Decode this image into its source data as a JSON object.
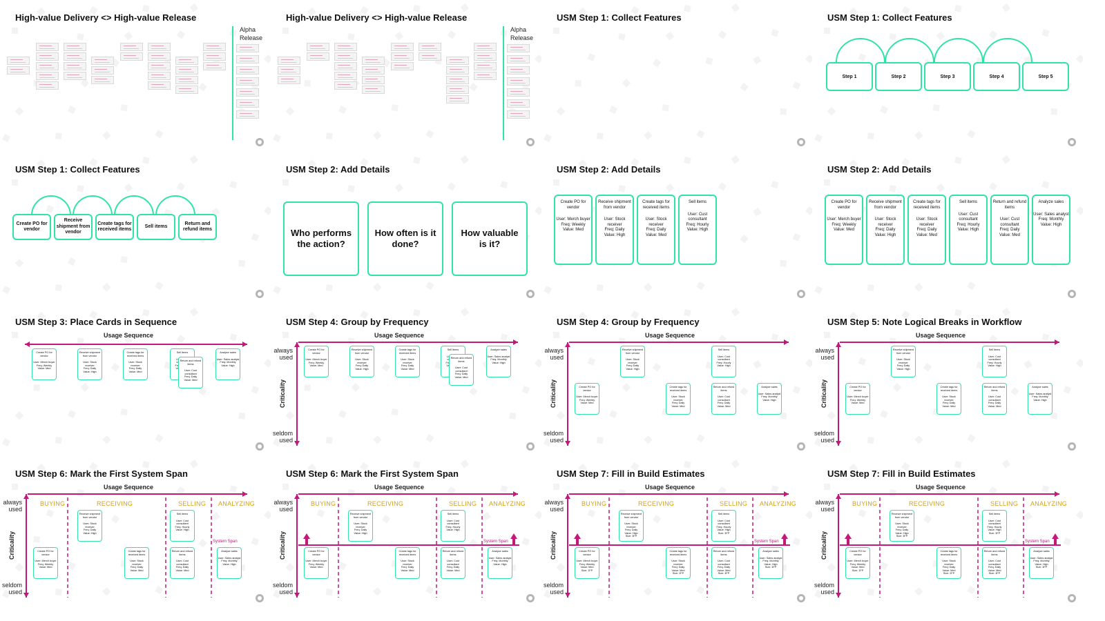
{
  "slides": [
    {
      "title": "High-value Delivery <> High-value Release",
      "alpha": "Alpha\nRelease"
    },
    {
      "title": "High-value Delivery <> High-value Release",
      "alpha": "Alpha\nRelease"
    },
    {
      "title": "USM Step 1: Collect Features"
    },
    {
      "title": "USM Step 1: Collect Features",
      "steps": [
        "Step 1",
        "Step 2",
        "Step 3",
        "Step 4",
        "Step 5"
      ]
    },
    {
      "title": "USM Step 1: Collect Features",
      "features": [
        "Create PO for vendor",
        "Receive shipment from vendor",
        "Create tags for received items",
        "Sell items",
        "Return and refund items"
      ]
    },
    {
      "title": "USM Step 2: Add Details",
      "questions": [
        "Who performs the action?",
        "How often is it done?",
        "How valuable is it?"
      ]
    },
    {
      "title": "USM Step 2: Add Details"
    },
    {
      "title": "USM Step 2: Add Details"
    },
    {
      "title": "USM Step 3: Place Cards in Sequence"
    },
    {
      "title": "USM Step 4: Group by Frequency"
    },
    {
      "title": "USM Step 4: Group by Frequency"
    },
    {
      "title": "USM Step 5: Note Logical Breaks in Workflow"
    },
    {
      "title": "USM Step 6: Mark the First System Span"
    },
    {
      "title": "USM Step 6: Mark the First System Span"
    },
    {
      "title": "USM Step 7: Fill in Build Estimates"
    },
    {
      "title": "USM Step 7: Fill in Build Estimates"
    }
  ],
  "detail_cards": [
    {
      "name": "Create PO for vendor",
      "user": "User: Merch buyer",
      "freq": "Freq: Weekly",
      "value": "Value: Med",
      "size": "Size: 1FP"
    },
    {
      "name": "Receive shipment from vendor",
      "user": "User: Stock receiver",
      "freq": "Freq: Daily",
      "value": "Value: High",
      "size": "Size: 3FP"
    },
    {
      "name": "Create tags for received items",
      "user": "User: Stock receiver",
      "freq": "Freq: Daily",
      "value": "Value: Med",
      "size": "Size: 2FP"
    },
    {
      "name": "Sell items",
      "user": "User: Cust consultant",
      "freq": "Freq: Hourly",
      "value": "Value: High",
      "size": "Size: 3FP"
    },
    {
      "name": "Return and refund items",
      "user": "User: Cust consultant",
      "freq": "Freq: Daily",
      "value": "Value: Med",
      "size": "Size: 3FP"
    },
    {
      "name": "Analyze sales",
      "user": "User: Sales analyst",
      "freq": "Freq: Monthly",
      "value": "Value: High",
      "size": "Size: 3FP"
    }
  ],
  "axis": {
    "usage_sequence": "Usage Sequence",
    "always_used": "always\nused",
    "seldom_used": "seldom\nused",
    "criticality": "Criticality"
  },
  "segments": [
    "BUYING",
    "RECEIVING",
    "SELLING",
    "ANALYZING"
  ],
  "system_span": "System Span",
  "colors": {
    "card_border": "#2fe3a8",
    "axis": "#c2187a",
    "segment": "#d4a017",
    "title": "#111111"
  }
}
